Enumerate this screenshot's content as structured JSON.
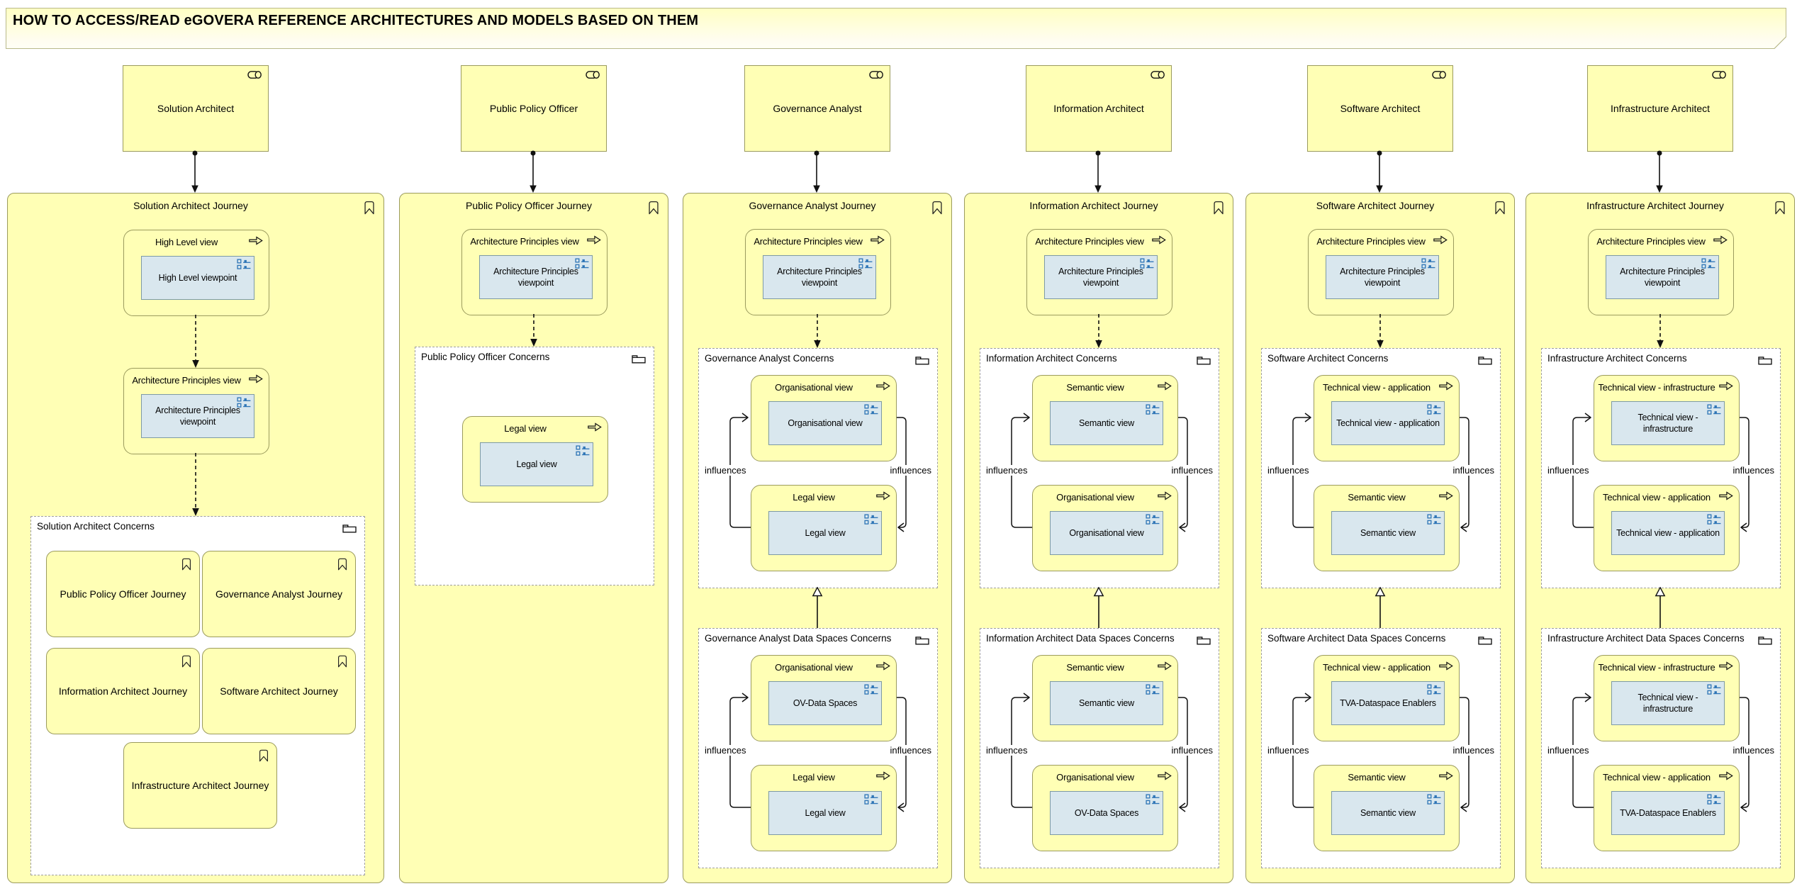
{
  "title": "HOW TO ACCESS/READ eGOVERA REFERENCE ARCHITECTURES AND MODELS BASED ON THEM",
  "relationship_labels": {
    "influences": "influences"
  },
  "colors": {
    "business_yellow": "#FFFFB5",
    "box_border_olive": "#9B9B5E",
    "viewpoint_fill": "#D9E7EE",
    "viewpoint_border": "#7D9AA5",
    "icon_blue": "#2E75B6",
    "connector_black": "#111111",
    "group_dash_grey": "#9E9E9E",
    "title_gradient_top": "#FFFFC3",
    "title_gradient_bottom": "#FFFEF6"
  },
  "col1": {
    "actor": "Solution Architect",
    "journey_title": "Solution Architect Journey",
    "high_level": {
      "header": "High Level view",
      "viewpoint": "High Level viewpoint"
    },
    "principles": {
      "header": "Architecture Principles view",
      "viewpoint": "Architecture Principles viewpoint"
    },
    "concerns": {
      "title": "Solution Architect Concerns",
      "cards": [
        "Public Policy Officer Journey",
        "Governance Analyst Journey",
        "Information Architect Journey",
        "Software Architect Journey",
        "Infrastructure Architect Journey"
      ]
    }
  },
  "col2": {
    "actor": "Public Policy Officer",
    "journey_title": "Public Policy Officer Journey",
    "principles": {
      "header": "Architecture Principles view",
      "viewpoint": "Architecture Principles viewpoint"
    },
    "concerns": {
      "title": "Public Policy Officer Concerns",
      "view": {
        "header": "Legal view",
        "viewpoint": "Legal view"
      }
    }
  },
  "std_columns": [
    {
      "actor": "Governance Analyst",
      "journey_title": "Governance Analyst Journey",
      "principles": {
        "header": "Architecture Principles view",
        "viewpoint": "Architecture Principles viewpoint"
      },
      "concerns": {
        "title": "Governance Analyst Concerns",
        "top": {
          "header": "Organisational view",
          "viewpoint": "Organisational view"
        },
        "bottom": {
          "header": "Legal view",
          "viewpoint": "Legal view"
        }
      },
      "dataspaces": {
        "title": "Governance Analyst Data Spaces Concerns",
        "top": {
          "header": "Organisational view",
          "viewpoint": "OV-Data Spaces"
        },
        "bottom": {
          "header": "Legal view",
          "viewpoint": "Legal view"
        }
      }
    },
    {
      "actor": "Information Architect",
      "journey_title": "Information Architect Journey",
      "principles": {
        "header": "Architecture Principles view",
        "viewpoint": "Architecture Principles viewpoint"
      },
      "concerns": {
        "title": "Information Architect Concerns",
        "top": {
          "header": "Semantic view",
          "viewpoint": "Semantic view"
        },
        "bottom": {
          "header": "Organisational view",
          "viewpoint": "Organisational view"
        }
      },
      "dataspaces": {
        "title": "Information Architect Data Spaces Concerns",
        "top": {
          "header": "Semantic view",
          "viewpoint": "Semantic view"
        },
        "bottom": {
          "header": "Organisational view",
          "viewpoint": "OV-Data Spaces"
        }
      }
    },
    {
      "actor": "Software Architect",
      "journey_title": "Software Architect Journey",
      "principles": {
        "header": "Architecture Principles view",
        "viewpoint": "Architecture Principles viewpoint"
      },
      "concerns": {
        "title": "Software Architect Concerns",
        "top": {
          "header": "Technical view - application",
          "viewpoint": "Technical view - application"
        },
        "bottom": {
          "header": "Semantic view",
          "viewpoint": "Semantic view"
        }
      },
      "dataspaces": {
        "title": "Software Architect Data Spaces Concerns",
        "top": {
          "header": "Technical view - application",
          "viewpoint": "TVA-Dataspace Enablers"
        },
        "bottom": {
          "header": "Semantic view",
          "viewpoint": "Semantic view"
        }
      }
    },
    {
      "actor": "Infrastructure Architect",
      "journey_title": "Infrastructure Architect Journey",
      "principles": {
        "header": "Architecture Principles view",
        "viewpoint": "Architecture Principles viewpoint"
      },
      "concerns": {
        "title": "Infrastructure Architect Concerns",
        "top": {
          "header": "Technical view - infrastructure",
          "viewpoint": "Technical view - infrastructure"
        },
        "bottom": {
          "header": "Technical view - application",
          "viewpoint": "Technical view - application"
        }
      },
      "dataspaces": {
        "title": "Infrastructure Architect Data Spaces Concerns",
        "top": {
          "header": "Technical view - infrastructure",
          "viewpoint": "Technical view - infrastructure"
        },
        "bottom": {
          "header": "Technical view - application",
          "viewpoint": "TVA-Dataspace Enablers"
        }
      }
    }
  ]
}
